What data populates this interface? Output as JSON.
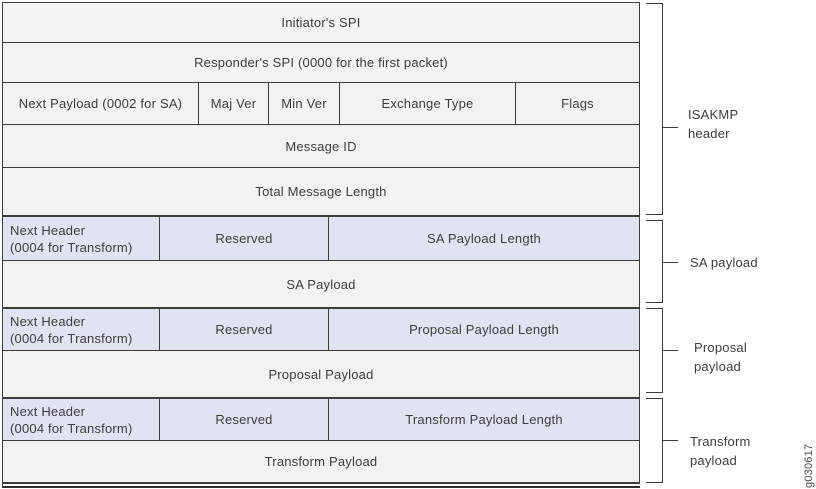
{
  "diagram": {
    "rows": [
      {
        "label": "Initiator's SPI"
      },
      {
        "label": "Responder's SPI (0000 for the first packet)"
      },
      {
        "cells": [
          {
            "label": "Next Payload (0002 for SA)"
          },
          {
            "label": "Maj Ver"
          },
          {
            "label": "Min Ver"
          },
          {
            "label": "Exchange Type"
          },
          {
            "label": "Flags"
          }
        ]
      },
      {
        "label": "Message ID"
      },
      {
        "label": "Total Message Length"
      },
      {
        "cells": [
          {
            "line1": "Next Header",
            "line2": "(0004 for Transform)"
          },
          {
            "label": "Reserved"
          },
          {
            "label": "SA Payload Length"
          }
        ]
      },
      {
        "label": "SA Payload"
      },
      {
        "cells": [
          {
            "line1": "Next Header",
            "line2": "(0004 for Transform)"
          },
          {
            "label": "Reserved"
          },
          {
            "label": "Proposal Payload Length"
          }
        ]
      },
      {
        "label": "Proposal Payload"
      },
      {
        "cells": [
          {
            "line1": "Next Header",
            "line2": "(0004 for Transform)"
          },
          {
            "label": "Reserved"
          },
          {
            "label": "Transform Payload Length"
          }
        ]
      },
      {
        "label": "Transform Payload"
      }
    ],
    "brackets": [
      {
        "line1": "ISAKMP",
        "line2": "header"
      },
      {
        "line1": "SA payload"
      },
      {
        "line1": "Proposal",
        "line2": "payload"
      },
      {
        "line1": "Transform",
        "line2": "payload"
      }
    ],
    "figure_id": "g030617"
  },
  "colors": {
    "row_bg": "#f2f2f1",
    "payload_header_bg": "#dfe3f2",
    "border": "#3c3c3c",
    "text": "#3d3d3d"
  }
}
